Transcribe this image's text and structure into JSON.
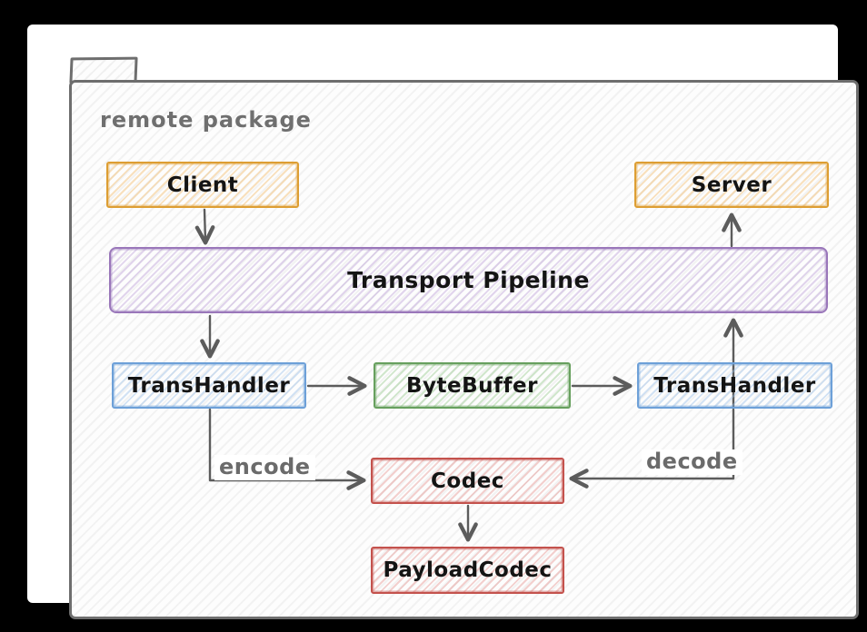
{
  "package": {
    "label": "remote package"
  },
  "nodes": {
    "client": {
      "label": "Client",
      "color": "#dd9e33"
    },
    "server": {
      "label": "Server",
      "color": "#dd9e33"
    },
    "pipeline": {
      "label": "Transport Pipeline",
      "color": "#9a77ba"
    },
    "transhandler_left": {
      "label": "TransHandler",
      "color": "#6da0d8"
    },
    "bytebuffer": {
      "label": "ByteBuffer",
      "color": "#67a05e"
    },
    "transhandler_right": {
      "label": "TransHandler",
      "color": "#6da0d8"
    },
    "codec": {
      "label": "Codec",
      "color": "#c4524d"
    },
    "payloadcodec": {
      "label": "PayloadCodec",
      "color": "#c4524d"
    }
  },
  "edges": {
    "client_to_pipeline": {
      "from": "Client",
      "to": "Transport Pipeline",
      "label": ""
    },
    "pipeline_to_transhandler_left": {
      "from": "Transport Pipeline",
      "to": "TransHandler (left)",
      "label": ""
    },
    "transhandler_left_to_bytebuffer": {
      "from": "TransHandler (left)",
      "to": "ByteBuffer",
      "label": ""
    },
    "bytebuffer_to_transhandler_right": {
      "from": "ByteBuffer",
      "to": "TransHandler (right)",
      "label": ""
    },
    "transhandler_right_to_pipeline": {
      "from": "TransHandler (right)",
      "to": "Transport Pipeline",
      "label": ""
    },
    "pipeline_to_server": {
      "from": "Transport Pipeline",
      "to": "Server",
      "label": ""
    },
    "encode": {
      "from": "TransHandler (left)",
      "to": "Codec",
      "label": "encode"
    },
    "decode": {
      "from": "TransHandler (right)",
      "to": "Codec",
      "label": "decode"
    },
    "codec_to_payloadcodec": {
      "from": "Codec",
      "to": "PayloadCodec",
      "label": ""
    }
  },
  "colors": {
    "background": "#000000",
    "canvas": "#ffffff",
    "package_stroke": "#6e6e6e",
    "arrow": "#5c5c5c",
    "node_text": "#141414",
    "muted_text": "#6b6b6b",
    "orange": "#dd9e33",
    "purple": "#9a77ba",
    "blue": "#6da0d8",
    "green": "#67a05e",
    "red": "#c4524d"
  }
}
